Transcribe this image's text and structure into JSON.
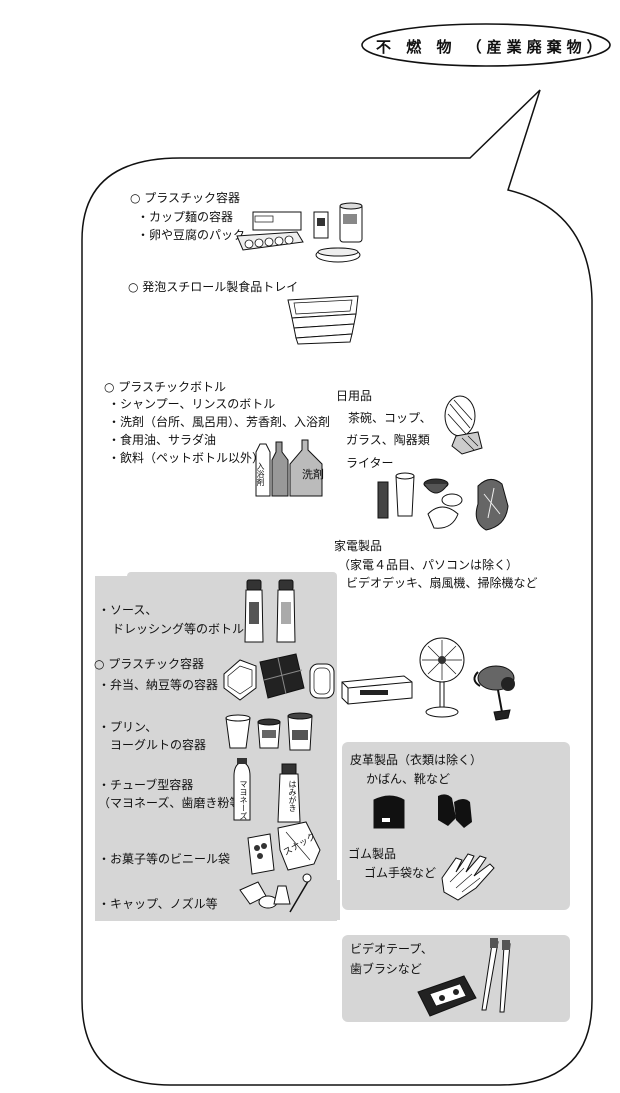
{
  "title": "不 燃 物 （産業廃棄物）",
  "sections": {
    "plastic_container_top": {
      "heading": "○ プラスチック容器",
      "items": [
        "・カップ麺の容器",
        "・卵や豆腐のパック"
      ]
    },
    "styrofoam_tray": {
      "heading": "○ 発泡スチロール製食品トレイ"
    },
    "plastic_bottle": {
      "heading": "○ プラスチックボトル",
      "items": [
        "・シャンプー、リンスのボトル",
        "・洗剤（台所、風呂用）、芳香剤、入浴剤",
        "・食用油、サラダ油",
        "・飲料（ペットボトル以外）"
      ],
      "bottle_labels": [
        "入浴剤",
        "洗剤"
      ]
    },
    "daily_goods": {
      "heading": "日用品",
      "items": [
        "茶碗、コップ、",
        "ガラス、陶器類",
        "ライター"
      ]
    },
    "appliances": {
      "heading": "家電製品",
      "items": [
        "（家電４品目、パソコンは除く）",
        "ビデオデッキ、扇風機、掃除機など"
      ]
    },
    "shaded_left": {
      "sauce": [
        "・ソース、",
        "ドレッシング等のボトル"
      ],
      "plastic_container": {
        "heading": "○ プラスチック容器",
        "item": "・弁当、納豆等の容器"
      },
      "pudding": [
        "・プリン、",
        "ヨーグルトの容器"
      ],
      "tube": [
        "・チューブ型容器",
        "（マヨネーズ、歯磨き粉等）"
      ],
      "tube_labels": [
        "マヨネーズ",
        "はみがき"
      ],
      "snack": "・お菓子等のビニール袋",
      "snack_label": "スナック",
      "cap": "・キャップ、ノズル等"
    },
    "leather": {
      "heading": "皮革製品（衣類は除く）",
      "item": "かばん、靴など"
    },
    "rubber": {
      "heading": "ゴム製品",
      "item": "ゴム手袋など"
    },
    "video_tape": {
      "items": [
        "ビデオテープ、",
        "歯ブラシなど"
      ]
    }
  }
}
